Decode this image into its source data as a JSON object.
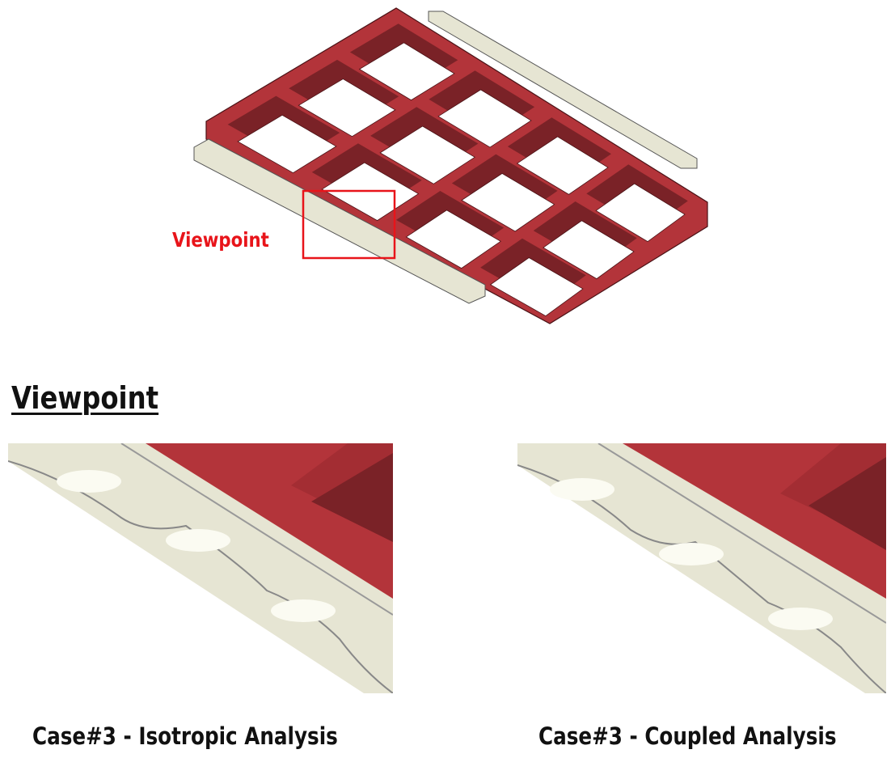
{
  "annotation_label": "Viewpoint",
  "section_heading": "Viewpoint",
  "panels": [
    {
      "caption": "Case#3 - Isotropic Analysis"
    },
    {
      "caption": "Case#3 - Coupled Analysis"
    }
  ],
  "colors": {
    "frame_red": "#b3343a",
    "frame_dark": "#7a2227",
    "plate_beige": "#e6e5d3",
    "highlight_red": "#e8141a"
  }
}
